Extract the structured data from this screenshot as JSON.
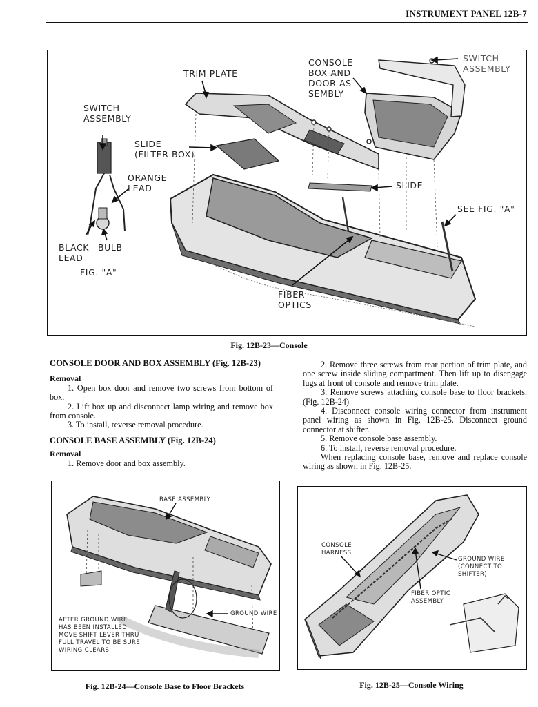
{
  "header": {
    "title": "INSTRUMENT PANEL 12B-7"
  },
  "fig23": {
    "caption": "Fig. 12B-23—Console",
    "labels": {
      "trim_plate": "TRIM PLATE",
      "console_box": "CONSOLE\nBOX AND\nDOOR AS-\nSEMBLY",
      "switch_top": "SWITCH\nASSEMBLY",
      "switch_left": "SWITCH\nASSEMBLY",
      "slide_filter": "SLIDE\n(FILTER BOX)",
      "orange_lead": "ORANGE\nLEAD",
      "slide": "SLIDE",
      "see_fig": "SEE FIG. \"A\"",
      "black_lead": "BLACK\nLEAD",
      "bulb": "BULB",
      "fig_a": "FIG. \"A\"",
      "fiber_optics": "FIBER\nOPTICS"
    }
  },
  "left_column": {
    "heading1": "CONSOLE DOOR AND BOX ASSEMBLY (Fig. 12B-23)",
    "removal1": "Removal",
    "steps1": [
      "1. Open box door and remove two screws from bottom of box.",
      "2. Lift box up and disconnect lamp wiring and remove box from console.",
      "3. To install, reverse removal procedure."
    ],
    "heading2": "CONSOLE BASE ASSEMBLY (Fig. 12B-24)",
    "removal2": "Removal",
    "steps2": [
      "1. Remove door and box assembly."
    ]
  },
  "right_column": {
    "steps": [
      "2. Remove three screws from rear portion of trim plate, and one screw inside sliding compartment. Then lift up to disengage lugs at front of console and remove trim plate.",
      "3. Remove screws attaching console base to floor brackets. (Fig. 12B-24)",
      "4. Disconnect console wiring connector from instrument panel wiring as shown in Fig. 12B-25. Disconnect ground connector at shifter.",
      "5. Remove console base assembly.",
      "6. To install, reverse removal procedure."
    ],
    "note": "When replacing console base, remove and replace console wiring as shown in Fig. 12B-25."
  },
  "fig24": {
    "caption": "Fig. 12B-24—Console Base to Floor Brackets",
    "labels": {
      "base_assembly": "BASE ASSEMBLY",
      "ground_wire": "GROUND WIRE",
      "note": "AFTER GROUND WIRE\nHAS BEEN INSTALLED\nMOVE SHIFT LEVER THRU\nFULL TRAVEL TO BE SURE\nWIRING CLEARS"
    }
  },
  "fig25": {
    "caption": "Fig. 12B-25—Console Wiring",
    "labels": {
      "console_harness": "CONSOLE\nHARNESS",
      "ground_wire": "GROUND WIRE\n(CONNECT TO\nSHIFTER)",
      "fiber_optic": "FIBER OPTIC\nASSEMBLY"
    }
  }
}
